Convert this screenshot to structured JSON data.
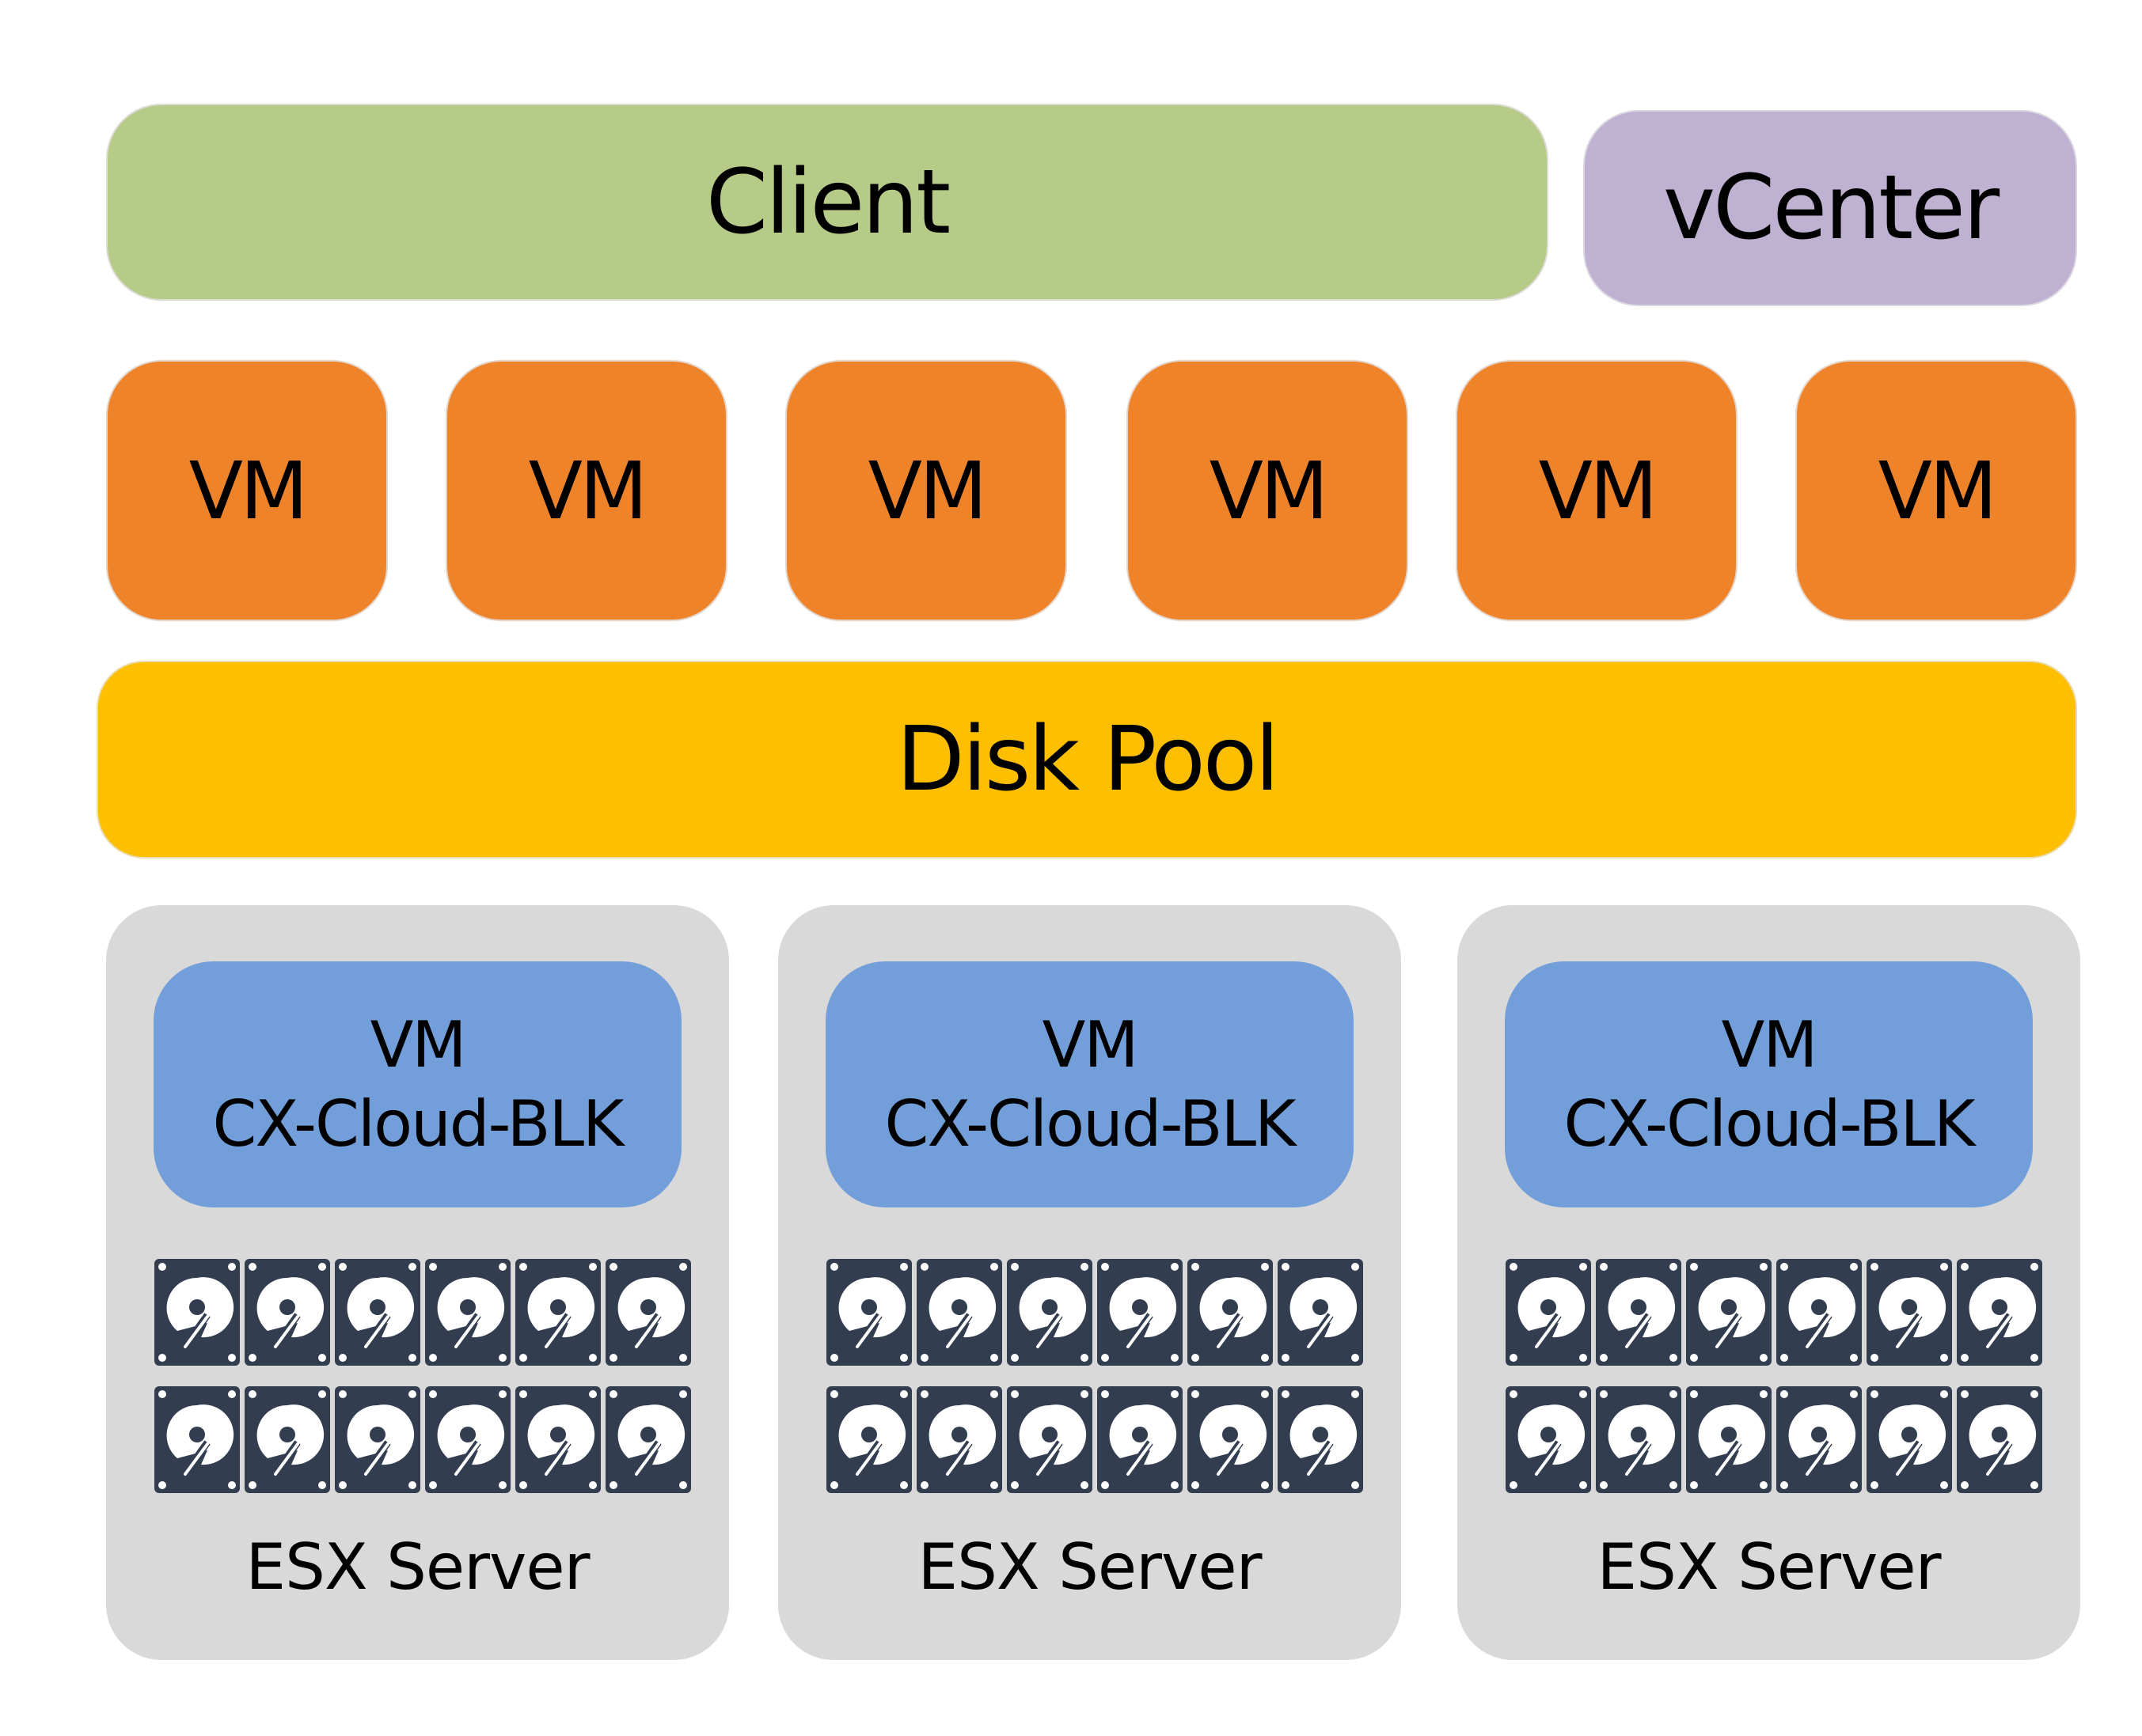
{
  "diagram": {
    "top_row": {
      "client": {
        "label": "Client",
        "color": "#b7cb89"
      },
      "vcenter": {
        "label": "vCenter",
        "color": "#bfb1d1"
      }
    },
    "vms": {
      "color": "#ef832a",
      "items": [
        {
          "label": "VM"
        },
        {
          "label": "VM"
        },
        {
          "label": "VM"
        },
        {
          "label": "VM"
        },
        {
          "label": "VM"
        },
        {
          "label": "VM"
        }
      ]
    },
    "disk_pool": {
      "label": "Disk Pool",
      "color": "#fdbf00"
    },
    "servers": [
      {
        "vm_line1": "VM",
        "vm_line2": "CX-Cloud-BLK",
        "label": "ESX Server",
        "disk_icon": "hard-drive-icon",
        "disk_count": 12
      },
      {
        "vm_line1": "VM",
        "vm_line2": "CX-Cloud-BLK",
        "label": "ESX Server",
        "disk_icon": "hard-drive-icon",
        "disk_count": 12
      },
      {
        "vm_line1": "VM",
        "vm_line2": "CX-Cloud-BLK",
        "label": "ESX Server",
        "disk_icon": "hard-drive-icon",
        "disk_count": 12
      }
    ],
    "colors": {
      "server_bg": "#d9d9d9",
      "blk_vm": "#729ed9",
      "disk_body": "#323e50"
    }
  }
}
